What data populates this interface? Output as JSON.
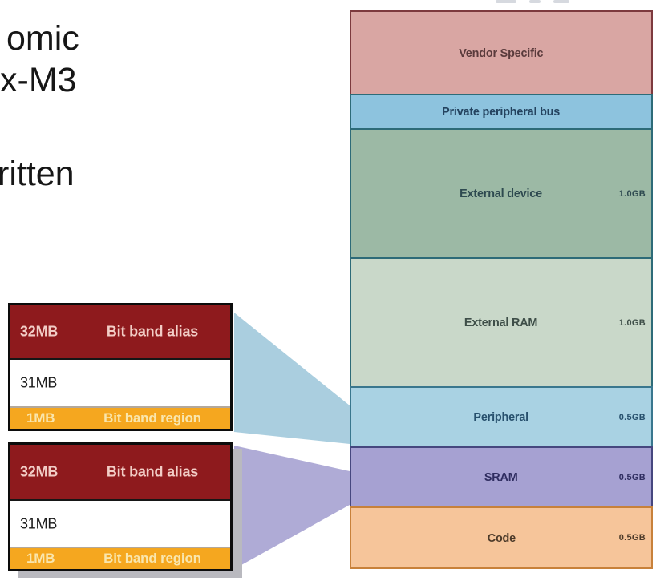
{
  "background": "#ffffff",
  "left_text_fragments": {
    "line1": "omic",
    "line2": "x-M3",
    "line3": "ritten",
    "color": "#161616"
  },
  "bitband_diagrams": [
    {
      "connects_to": "Peripheral",
      "connector_color": "#a5cbdd",
      "rows": [
        {
          "size": "32MB",
          "label": "Bit band alias",
          "fill": "#8e1a1d",
          "text_color": "#f2cdc6"
        },
        {
          "size": "31MB",
          "label": "",
          "fill": "#ffffff",
          "text_color": "#1c1c1c"
        },
        {
          "size": "1MB",
          "label": "Bit band region",
          "fill": "#f5a71f",
          "text_color": "#f9e6ad"
        }
      ]
    },
    {
      "connects_to": "SRAM",
      "connector_color": "#aba6d4",
      "rows": [
        {
          "size": "32MB",
          "label": "Bit band alias",
          "fill": "#8e1a1d",
          "text_color": "#f2cdc6"
        },
        {
          "size": "31MB",
          "label": "",
          "fill": "#ffffff",
          "text_color": "#1c1c1c"
        },
        {
          "size": "1MB",
          "label": "Bit band region",
          "fill": "#f5a71f",
          "text_color": "#f9e6ad"
        }
      ]
    }
  ],
  "memory_map": {
    "regions": [
      {
        "name": "Vendor Specific",
        "size": "",
        "fill": "#d9a6a3",
        "border": "#7d3a3e",
        "label_color": "#5a3b3c"
      },
      {
        "name": "Private peripheral bus",
        "size": "",
        "fill": "#8dc3de",
        "border": "#2d6b78",
        "label_color": "#24435f"
      },
      {
        "name": "External device",
        "size": "1.0GB",
        "fill": "#9cb9a5",
        "border": "#2d6b78",
        "label_color": "#2e4a50"
      },
      {
        "name": "External RAM",
        "size": "1.0GB",
        "fill": "#c9d8c9",
        "border": "#2d6b78",
        "label_color": "#3e4e48"
      },
      {
        "name": "Peripheral",
        "size": "0.5GB",
        "fill": "#a9d2e3",
        "border": "#39778e",
        "label_color": "#27506d"
      },
      {
        "name": "SRAM",
        "size": "0.5GB",
        "fill": "#a6a1d2",
        "border": "#46477f",
        "label_color": "#2f2d60"
      },
      {
        "name": "Code",
        "size": "0.5GB",
        "fill": "#f6c59a",
        "border": "#c8813a",
        "label_color": "#4c3a29"
      }
    ]
  }
}
